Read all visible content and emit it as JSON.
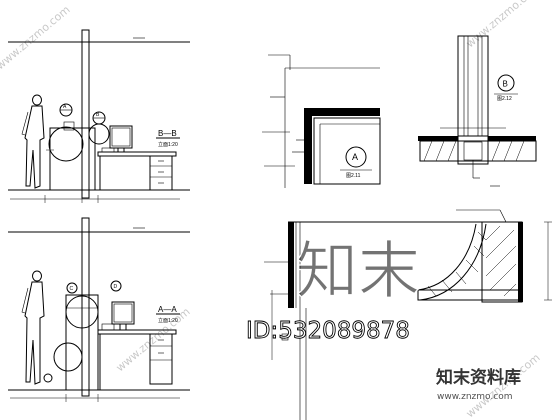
{
  "views": {
    "top_elevation": {
      "label": "B—B",
      "scale": "立面1:20",
      "callout_a": "A",
      "callout_b": "B"
    },
    "bottom_elevation": {
      "label": "A—A",
      "scale": "立面1:20",
      "callout_c": "C",
      "callout_d": "D"
    },
    "detail_a": {
      "bubble": "A",
      "bubble_sub": "图2.11"
    },
    "detail_b": {
      "bubble": "B",
      "bubble_sub": "图2.12"
    }
  },
  "watermark": {
    "big_text": "知末",
    "id_text": "ID:532089878",
    "brand_text": "知末资料库",
    "url_text": "www.znzmo.com",
    "diag_text": "www.znzmo.com"
  }
}
